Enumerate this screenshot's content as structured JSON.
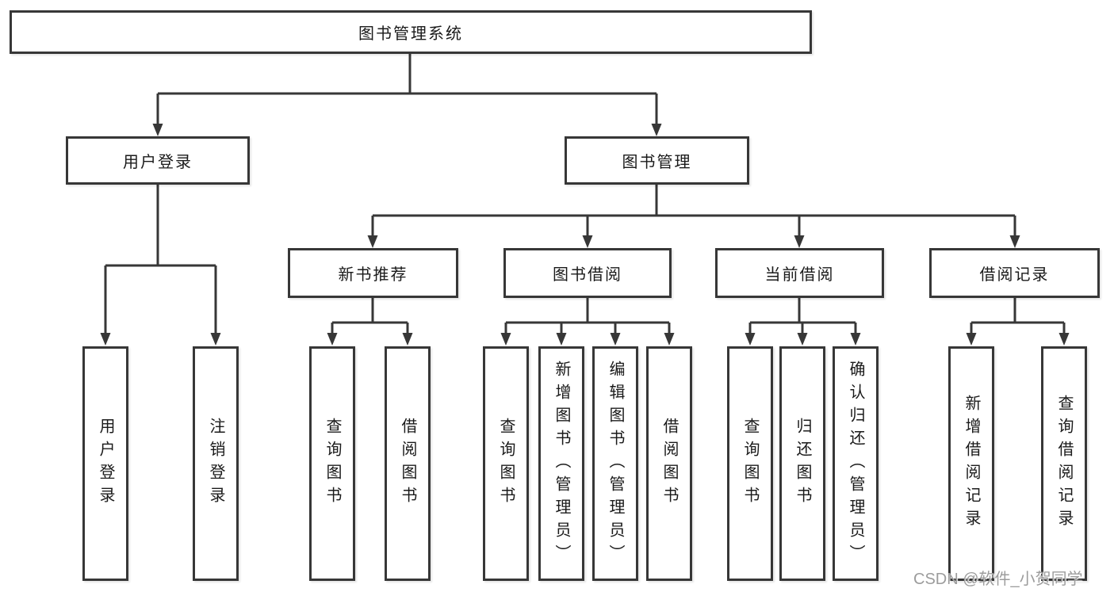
{
  "diagram_title": "图书管理系统",
  "colors": {
    "line": "#373737",
    "box_border": "#373737",
    "box_fill": "#ffffff",
    "text": "#1a1a1a",
    "watermark": "#9c9c9c",
    "background": "#ffffff"
  },
  "tree": {
    "label": "图书管理系统",
    "children": [
      {
        "label": "用户登录",
        "children": [
          {
            "label": "用户登录"
          },
          {
            "label": "注销登录"
          }
        ]
      },
      {
        "label": "图书管理",
        "children": [
          {
            "label": "新书推荐",
            "children": [
              {
                "label": "查询图书"
              },
              {
                "label": "借阅图书"
              }
            ]
          },
          {
            "label": "图书借阅",
            "children": [
              {
                "label": "查询图书"
              },
              {
                "label": "新增图书（管理员）"
              },
              {
                "label": "编辑图书（管理员）"
              },
              {
                "label": "借阅图书"
              }
            ]
          },
          {
            "label": "当前借阅",
            "children": [
              {
                "label": "查询图书"
              },
              {
                "label": "归还图书"
              },
              {
                "label": "确认归还（管理员）"
              }
            ]
          },
          {
            "label": "借阅记录",
            "children": [
              {
                "label": "新增借阅记录"
              },
              {
                "label": "查询借阅记录"
              }
            ]
          }
        ]
      }
    ]
  },
  "watermark": "CSDN @软件_小贺同学"
}
